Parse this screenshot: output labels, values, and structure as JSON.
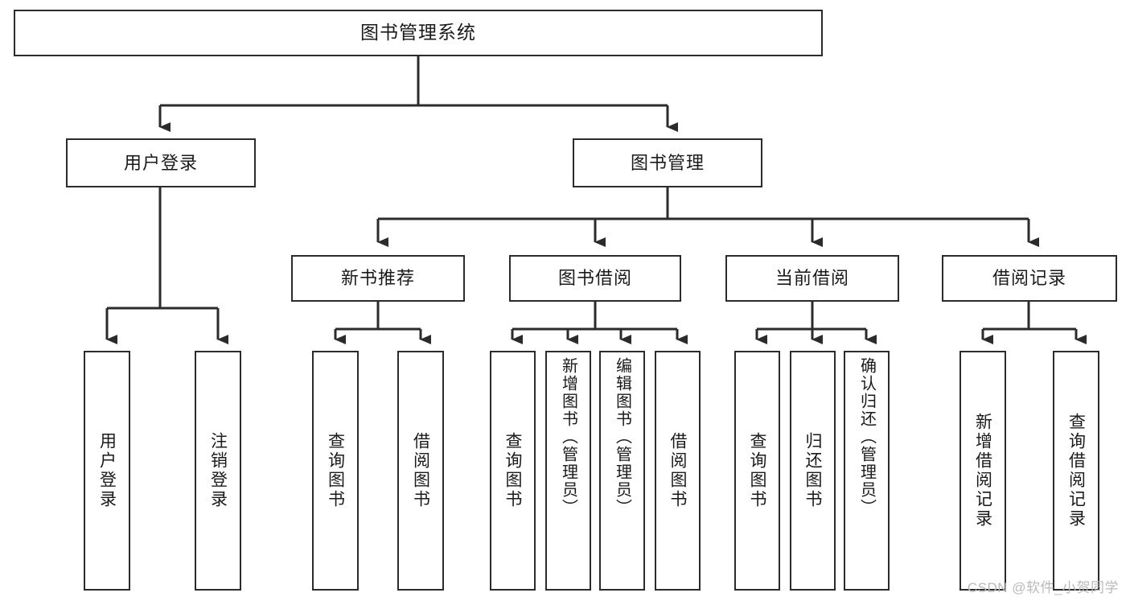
{
  "diagram": {
    "title": "图书管理系统",
    "type": "tree-hierarchy",
    "colors": {
      "box_border": "#2b2b2b",
      "box_fill": "#ffffff",
      "connector": "#2b2b2b",
      "text": "#1a1a1a",
      "watermark": "#b9b9b9"
    },
    "levels": {
      "level1": [
        {
          "id": "root",
          "label": "图书管理系统"
        }
      ],
      "level2": [
        {
          "id": "user-login",
          "label": "用户登录",
          "parent": "root"
        },
        {
          "id": "book-manage",
          "label": "图书管理",
          "parent": "root"
        }
      ],
      "level3": [
        {
          "id": "new-book-rec",
          "label": "新书推荐",
          "parent": "book-manage"
        },
        {
          "id": "book-borrow",
          "label": "图书借阅",
          "parent": "book-manage"
        },
        {
          "id": "current-borrow",
          "label": "当前借阅",
          "parent": "book-manage"
        },
        {
          "id": "borrow-record",
          "label": "借阅记录",
          "parent": "book-manage"
        }
      ],
      "leaves": [
        {
          "id": "leaf-user-login",
          "label": "用户登录",
          "parent": "user-login"
        },
        {
          "id": "leaf-logout",
          "label": "注销登录",
          "parent": "user-login"
        },
        {
          "id": "leaf-query-book-1",
          "label": "查询图书",
          "parent": "new-book-rec"
        },
        {
          "id": "leaf-borrow-book-1",
          "label": "借阅图书",
          "parent": "new-book-rec"
        },
        {
          "id": "leaf-query-book-2",
          "label": "查询图书",
          "parent": "book-borrow"
        },
        {
          "id": "leaf-add-book",
          "label": "新增图书（管理员）",
          "parent": "book-borrow"
        },
        {
          "id": "leaf-edit-book",
          "label": "编辑图书（管理员）",
          "parent": "book-borrow"
        },
        {
          "id": "leaf-borrow-book-2",
          "label": "借阅图书",
          "parent": "book-borrow"
        },
        {
          "id": "leaf-query-book-3",
          "label": "查询图书",
          "parent": "current-borrow"
        },
        {
          "id": "leaf-return-book",
          "label": "归还图书",
          "parent": "current-borrow"
        },
        {
          "id": "leaf-confirm-return",
          "label": "确认归还（管理员）",
          "parent": "current-borrow"
        },
        {
          "id": "leaf-add-record",
          "label": "新增借阅记录",
          "parent": "borrow-record"
        },
        {
          "id": "leaf-query-record",
          "label": "查询借阅记录",
          "parent": "borrow-record"
        }
      ]
    },
    "watermark": "CSDN @软件_小贺同学"
  }
}
